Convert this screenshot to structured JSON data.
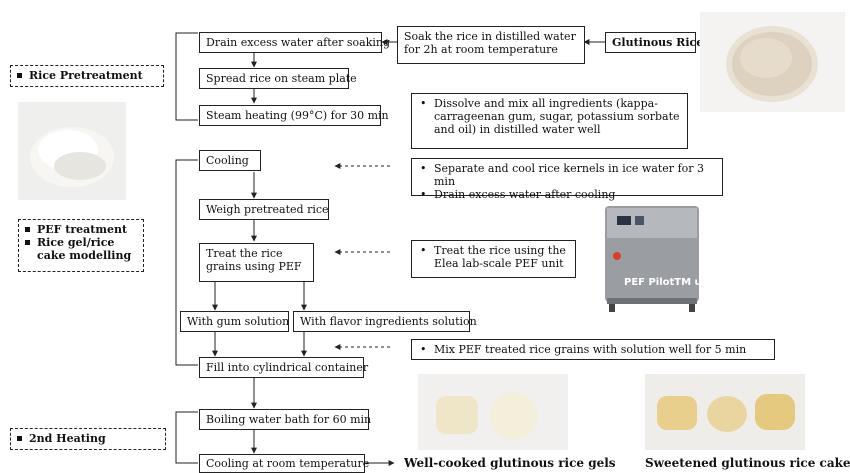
{
  "steps": {
    "drain": "Drain excess water after soaking",
    "soak": "Soak the rice in distilled water for 2h at room temperature",
    "glutinous": "Glutinous Rice",
    "spread": "Spread rice on steam plate",
    "steam": "Steam heating (99°C) for 30 min",
    "cooling": "Cooling",
    "weigh": "Weigh pretreated rice",
    "treat": "Treat the rice grains using PEF",
    "gum": "With gum solution",
    "flavor": "With flavor ingredients solution",
    "fill": "Fill into cylindrical container",
    "boil": "Boiling water bath for 60 min",
    "cool_room": "Cooling at room temperature"
  },
  "notes": {
    "dissolve": [
      "Dissolve and mix all ingredients (kappa-carrageenan gum, sugar, potassium sorbate and oil) in distilled water well"
    ],
    "separate": [
      "Separate and cool rice kernels in ice water for 3 min",
      "Drain excess water after cooling"
    ],
    "pef": [
      "Treat the rice using the Elea lab-scale PEF unit"
    ],
    "mix": [
      "Mix PEF treated rice grains with solution well for 5 min"
    ]
  },
  "sections": {
    "pretreatment": [
      "Rice Pretreatment"
    ],
    "pef": [
      "PEF treatment",
      "Rice gel/rice cake modelling"
    ],
    "heating": [
      "2nd Heating"
    ]
  },
  "results": {
    "gels": "Well-cooked glutinous rice gels",
    "cakes": "Sweetened glutinous rice cakes"
  },
  "machine": {
    "label": "PEF PilotTM unit"
  },
  "colors": {
    "line": "#222222",
    "rice": "#e9e1d2",
    "gel": "#eee6c6",
    "cake": "#e8cf8c",
    "machine": "#9a9ea3"
  }
}
